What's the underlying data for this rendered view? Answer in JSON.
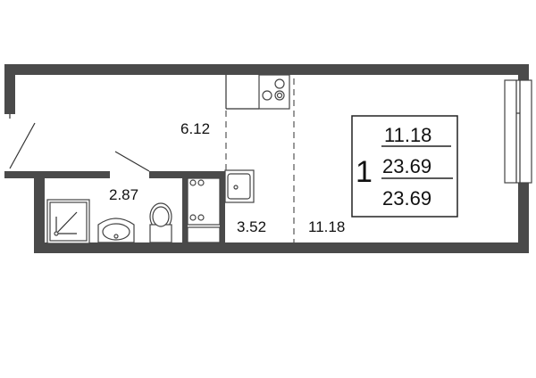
{
  "rooms": {
    "hallway_area": "6.12",
    "bathroom_area": "2.87",
    "kitchen_area": "3.52",
    "living_area": "11.18"
  },
  "summary": {
    "rooms_count": "1",
    "living_area": "11.18",
    "total_area": "23.69",
    "total_area_2": "23.69"
  },
  "colors": {
    "wall": "#4a4a4a"
  }
}
